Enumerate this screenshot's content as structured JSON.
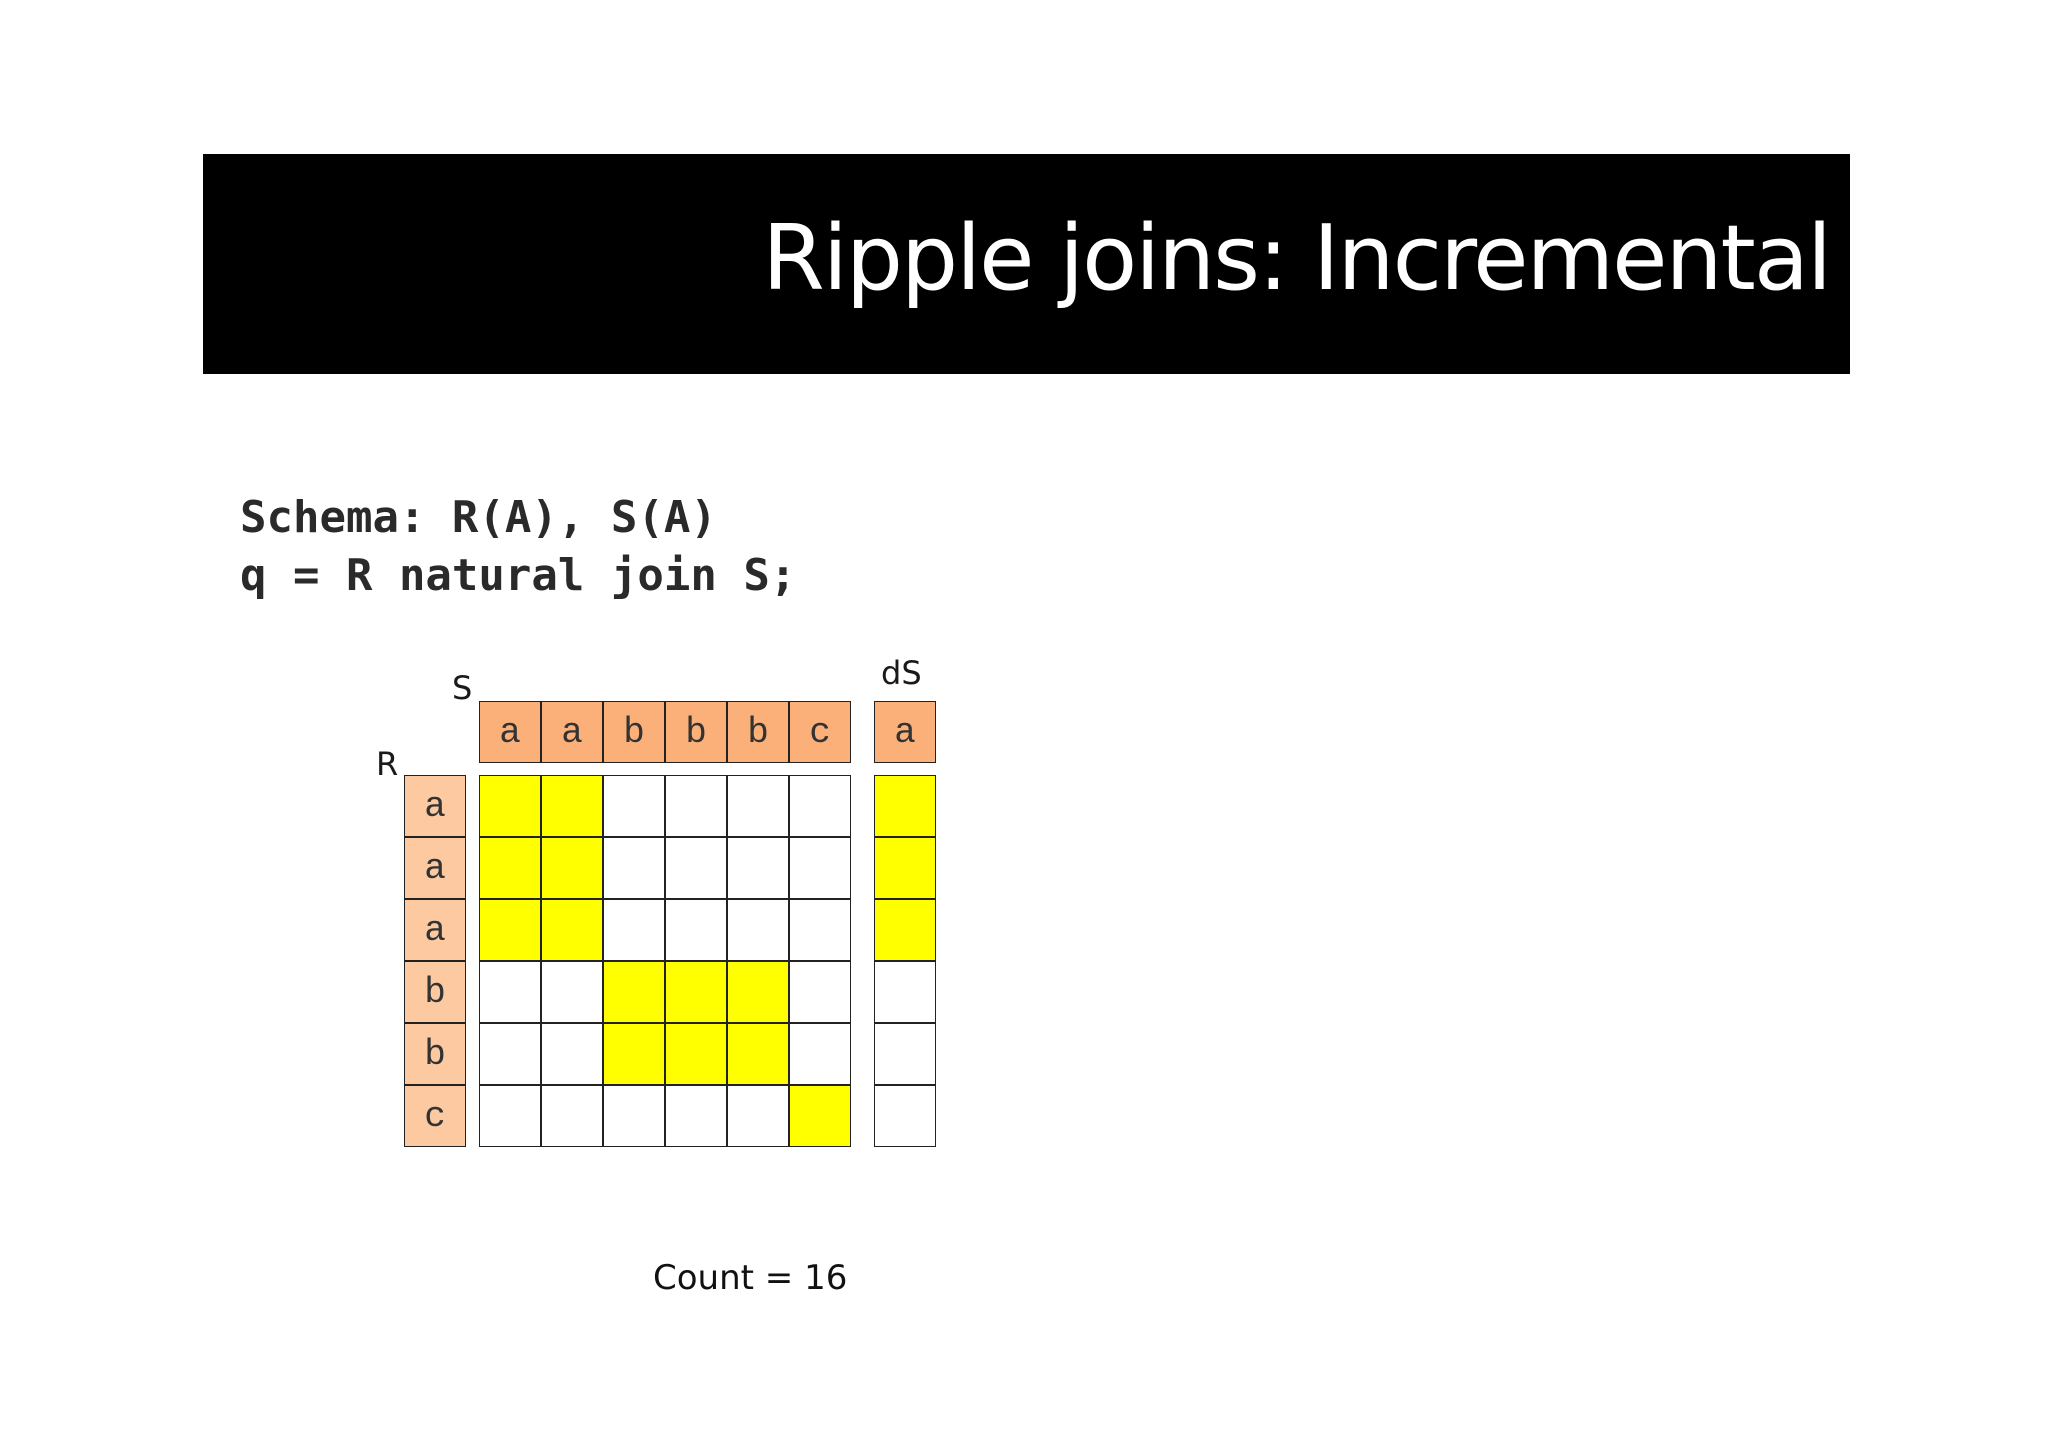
{
  "title": "Ripple joins: Incremental",
  "code": {
    "line1": "Schema: R(A), S(A)",
    "line2": "q = R natural join S;"
  },
  "labels": {
    "S": "S",
    "R": "R",
    "dS": "dS"
  },
  "S_values": [
    "a",
    "a",
    "b",
    "b",
    "b",
    "c"
  ],
  "R_values": [
    "a",
    "a",
    "a",
    "b",
    "b",
    "c"
  ],
  "dS_values": [
    "a"
  ],
  "count_text": "Count = 16",
  "colors": {
    "match": "#ffff00",
    "S_header": "#fbb07a",
    "R_header": "#fcc9a1",
    "title_bar": "#000000"
  }
}
